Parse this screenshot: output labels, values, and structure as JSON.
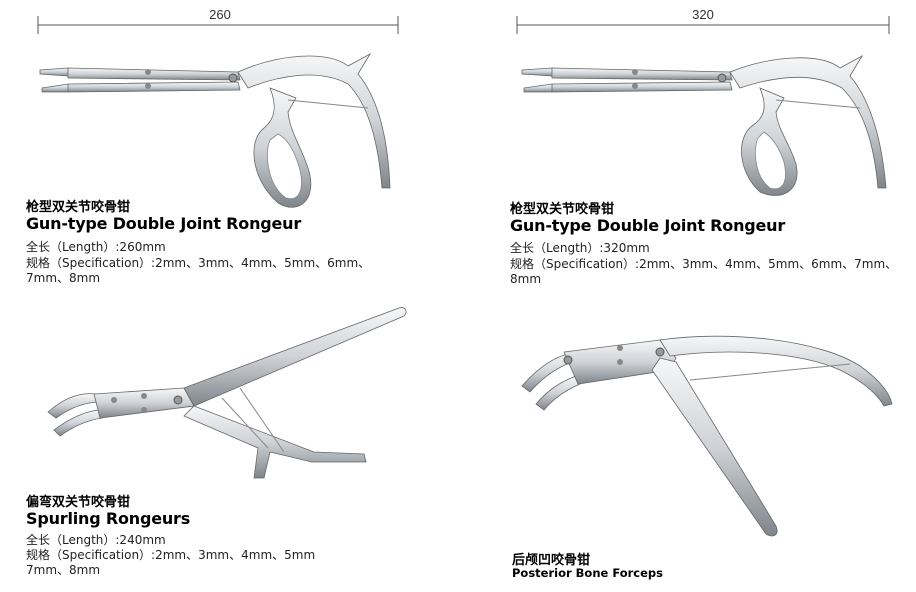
{
  "products": [
    {
      "dimension": "260",
      "name_cn": "枪型双关节咬骨钳",
      "name_en": "Gun-type Double Joint Rongeur",
      "length": "全长（Length）:260mm",
      "spec_line1": "规格（Specification）:2mm、3mm、4mm、5mm、6mm、",
      "spec_line2": "7mm、8mm"
    },
    {
      "dimension": "320",
      "name_cn": "枪型双关节咬骨钳",
      "name_en": "Gun-type Double Joint Rongeur",
      "length": "全长（Length）:320mm",
      "spec_line1": "规格（Specification）:2mm、3mm、4mm、5mm、6mm、7mm、",
      "spec_line2": "8mm"
    },
    {
      "name_cn": "偏弯双关节咬骨钳",
      "name_en": "Spurling Rongeurs",
      "length": "全长（Length）:240mm",
      "spec_line1": "规格（Specification）:2mm、3mm、4mm、5mm",
      "spec_line2": "7mm、8mm"
    },
    {
      "name_cn": "后颅凹咬骨钳",
      "name_en": "Posterior Bone Forceps"
    }
  ],
  "colors": {
    "steel_light": "#eef0f2",
    "steel_mid": "#c4c8cc",
    "steel_dark": "#6d7278",
    "dim_line": "#555555"
  }
}
